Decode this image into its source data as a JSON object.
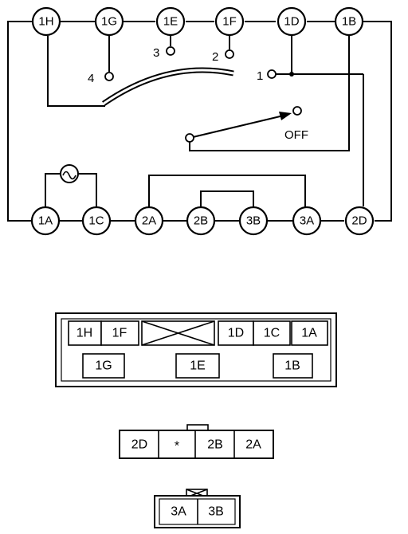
{
  "terminals": {
    "t1H": "1H",
    "t1G": "1G",
    "t1E": "1E",
    "t1F": "1F",
    "t1D": "1D",
    "t1B": "1B",
    "t1A": "1A",
    "t1C": "1C",
    "t2A": "2A",
    "t2B": "2B",
    "t3B": "3B",
    "t3A": "3A",
    "t2D": "2D"
  },
  "positions": {
    "p1": "1",
    "p2": "2",
    "p3": "3",
    "p4": "4",
    "off": "OFF"
  },
  "connector1": {
    "top_row": [
      "1H",
      "1F",
      "1D",
      "1C",
      "1A"
    ],
    "bottom_row": [
      "1G",
      "1E",
      "1B"
    ]
  },
  "connector2": {
    "cells": [
      "2D",
      "*",
      "2B",
      "2A"
    ]
  },
  "connector3": {
    "cells": [
      "3A",
      "3B"
    ]
  }
}
